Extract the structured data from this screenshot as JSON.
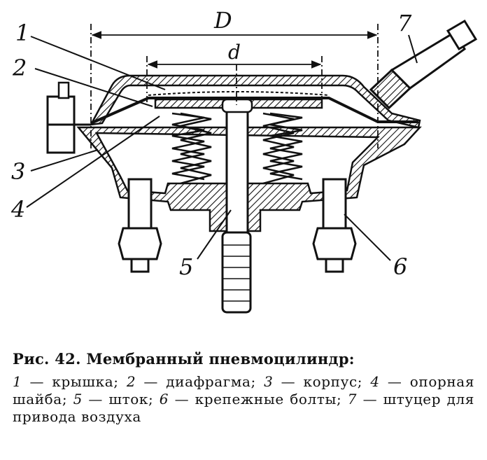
{
  "figure": {
    "dimension_labels": {
      "outer": "D",
      "inner": "d"
    },
    "part_numbers": [
      "1",
      "2",
      "3",
      "4",
      "5",
      "6",
      "7"
    ]
  },
  "caption": {
    "title": "Рис. 42. Мембранный пневмоцилиндр:",
    "items": [
      {
        "num": "1",
        "text": "крышка"
      },
      {
        "num": "2",
        "text": "диафрагма"
      },
      {
        "num": "3",
        "text": "корпус"
      },
      {
        "num": "4",
        "text": "опорная шайба"
      },
      {
        "num": "5",
        "text": "шток"
      },
      {
        "num": "6",
        "text": "крепежные болты"
      },
      {
        "num": "7",
        "text": "штуцер для привода воздуха"
      }
    ]
  }
}
